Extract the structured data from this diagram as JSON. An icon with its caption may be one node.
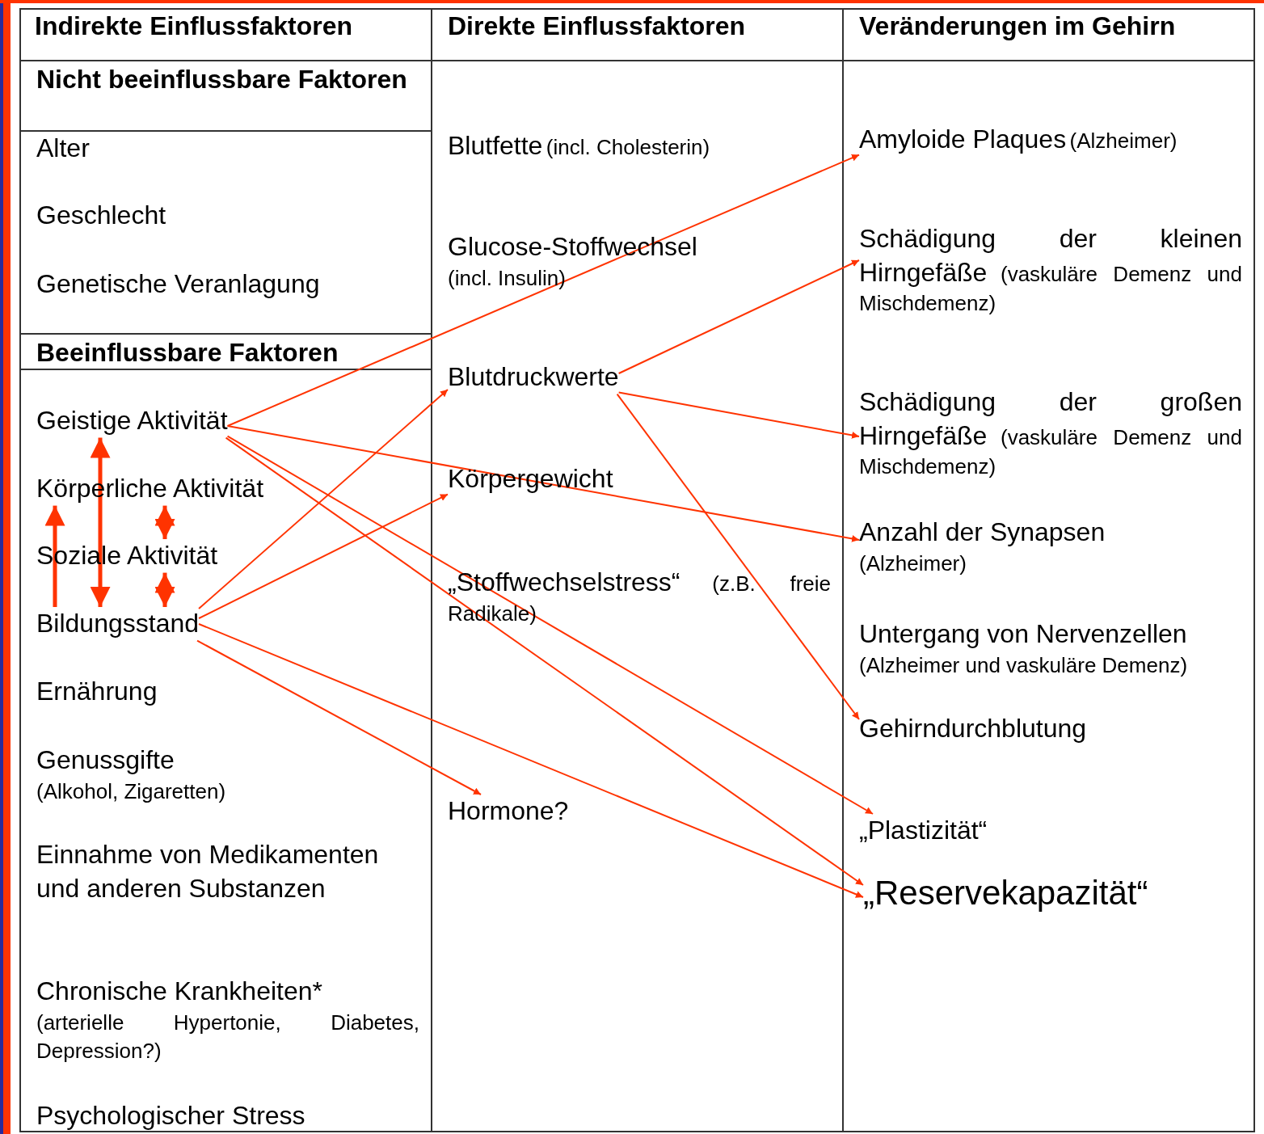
{
  "diagram": {
    "nodes": [
      {
        "text": [
          "Alter"
        ]
      },
      {
        "text": [
          "Geschlecht"
        ]
      },
      {
        "text": [
          "Genetische Veranlagung"
        ]
      },
      {
        "text": [
          "Geistige Aktivität"
        ]
      },
      {
        "text": [
          "Körperliche Aktivität"
        ]
      },
      {
        "text": [
          "Soziale Aktivität"
        ]
      },
      {
        "text": [
          "Bildungsstand"
        ]
      },
      {
        "text": [
          "Ernährung"
        ]
      },
      {
        "text": [
          "Genussgifte",
          "(Alkohol, Zigaretten)"
        ]
      },
      {
        "text": [
          "Einnahme von Medikamenten und anderen Substanzen"
        ]
      },
      {
        "text": [
          "Chronische Krankheiten*",
          "(arterielle Hypertonie, Diabetes, Depression?)"
        ]
      },
      {
        "text": [
          "Psychologischer Stress"
        ]
      },
      {
        "text": [
          "Blutfette",
          "(incl. Cholesterin)"
        ]
      },
      {
        "text": [
          "Glucose-Stoffwechsel",
          "(incl. Insulin)"
        ]
      },
      {
        "text": [
          "Blutdruckwerte"
        ]
      },
      {
        "text": [
          "Körpergewicht"
        ]
      },
      {
        "text": [
          "„Stoffwechselstress“",
          "(z.B. freie Radikale)"
        ]
      },
      {
        "text": [
          "Hormone?"
        ]
      },
      {
        "text": [
          "Amyloide Plaques",
          "(Alzheimer)"
        ]
      },
      {
        "text": [
          "Schädigung der kleinen Hirngefäße",
          "(vaskuläre Demenz und Mischdemenz)"
        ]
      },
      {
        "text": [
          "Schädigung der großen Hirngefäße",
          "(vaskuläre Demenz und Mischdemenz)"
        ]
      },
      {
        "text": [
          "Anzahl der Synapsen",
          "(Alzheimer)"
        ]
      },
      {
        "text": [
          "Untergang von Nervenzellen",
          "(Alzheimer und vaskuläre Demenz)"
        ]
      },
      {
        "text": [
          "Gehirndurchblutung"
        ]
      },
      {
        "text": [
          "„Plastizität“"
        ]
      },
      {
        "text": [
          "„Reservekapazität“"
        ]
      }
    ],
    "edges": [
      {
        "from": 3,
        "to": 18,
        "arrow": "to"
      },
      {
        "from": 3,
        "to": 21,
        "arrow": "to"
      },
      {
        "from": 3,
        "to": 24,
        "arrow": "to"
      },
      {
        "from": 3,
        "to": 25,
        "arrow": "to"
      },
      {
        "from": 6,
        "to": 14,
        "arrow": "to"
      },
      {
        "from": 6,
        "to": 15,
        "arrow": "to"
      },
      {
        "from": 6,
        "to": 25,
        "arrow": "to"
      },
      {
        "from": 6,
        "to": 17,
        "arrow": "to"
      },
      {
        "from": 14,
        "to": 19,
        "arrow": "to"
      },
      {
        "from": 14,
        "to": 20,
        "arrow": "to"
      },
      {
        "from": 14,
        "to": 23,
        "arrow": "to"
      },
      {
        "from": 6,
        "to": 4,
        "arrow": "to",
        "style": "thick"
      },
      {
        "from": 3,
        "to": 6,
        "arrow": "both",
        "style": "thick"
      },
      {
        "from": 4,
        "to": 5,
        "arrow": "both",
        "style": "thick"
      },
      {
        "from": 5,
        "to": 6,
        "arrow": "both",
        "style": "thick"
      }
    ],
    "labels": [
      "Indirekte Einflussfaktoren",
      "Direkte Einflussfaktoren",
      "Veränderungen im Gehirn",
      "Nicht beeinflussbare Faktoren",
      "Beeinflussbare Faktoren"
    ]
  }
}
